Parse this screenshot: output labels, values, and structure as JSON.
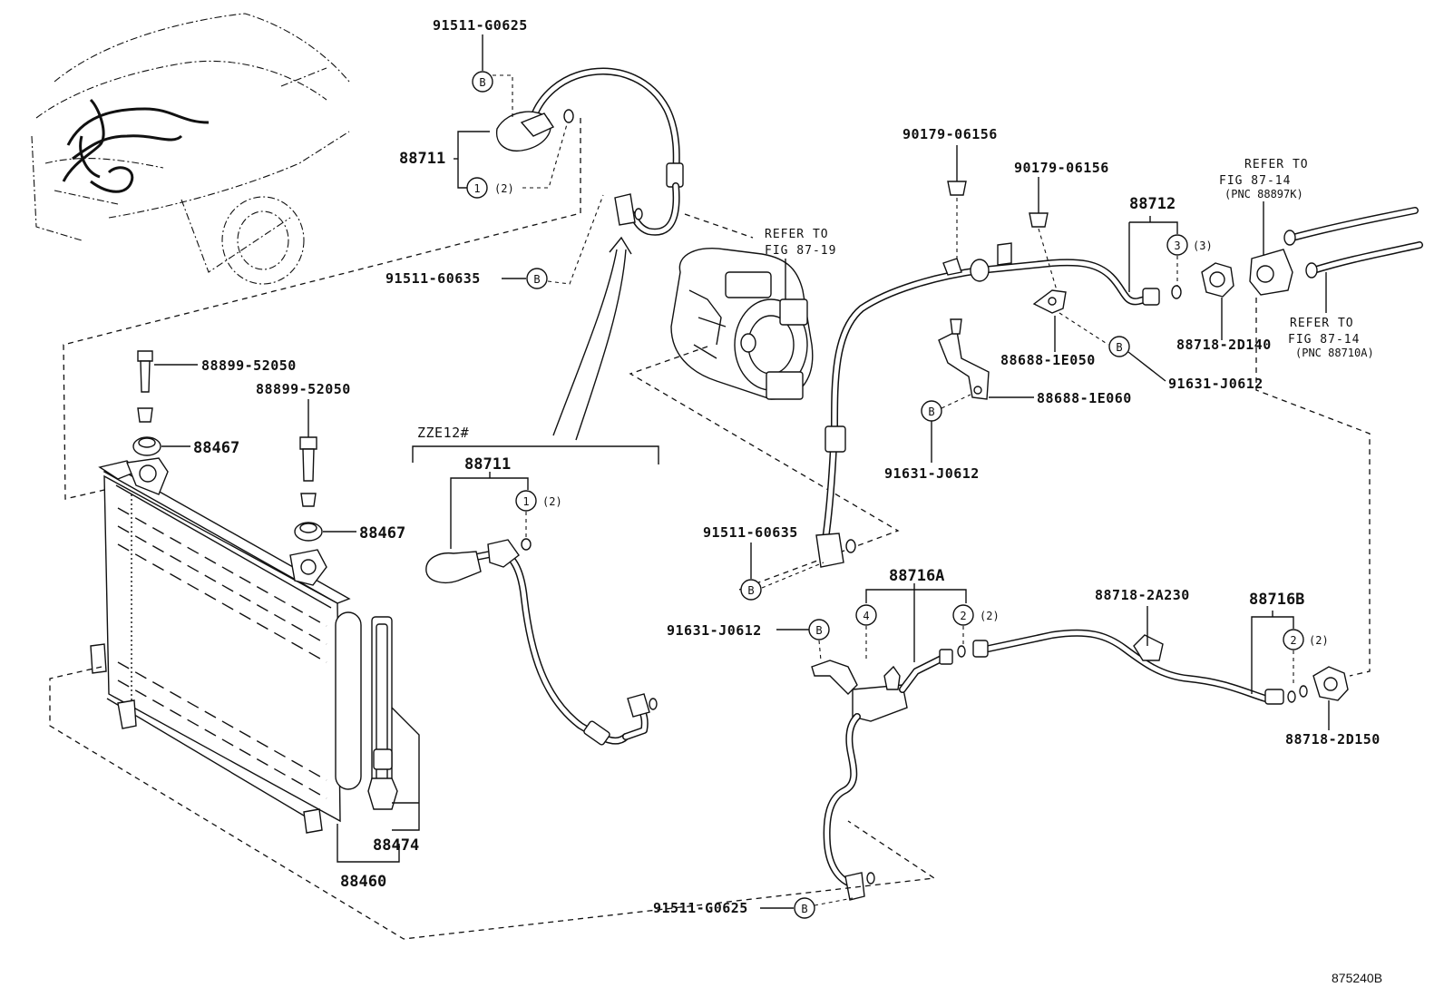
{
  "labels": {
    "p91511_g0625_top": "91511-G0625",
    "p88711_top": "88711",
    "qty_1_2_top": "(2)",
    "p91511_60635_left": "91511-60635",
    "ref_87_19_a": "REFER TO",
    "ref_87_19_b": "FIG 87-19",
    "p90179_a": "90179-06156",
    "p90179_b": "90179-06156",
    "ref_87_14_top_a": "REFER TO",
    "ref_87_14_top_b": "FIG 87-14",
    "ref_87_14_top_c": "(PNC 88897K)",
    "p88712": "88712",
    "qty_3": "(3)",
    "p88718_2d140": "88718-2D140",
    "ref_87_14_bot_a": "REFER TO",
    "ref_87_14_bot_b": "FIG 87-14",
    "ref_87_14_bot_c": "(PNC 88710A)",
    "p88688_1e050": "88688-1E050",
    "p91631_j0612_right": "91631-J0612",
    "p88688_1e060": "88688-1E060",
    "p91631_j0612_mid": "91631-J0612",
    "p88899_a": "88899-52050",
    "p88899_b": "88899-52050",
    "p88467_a": "88467",
    "p88467_b": "88467",
    "zze": "ZZE12#",
    "p88711_mid": "88711",
    "qty_1_2_mid": "(2)",
    "p91511_60635_mid": "91511-60635",
    "p88716a": "88716A",
    "qty_2_a": "(2)",
    "p91631_j0612_left": "91631-J0612",
    "p88718_2a230": "88718-2A230",
    "p88716b": "88716B",
    "qty_2_b": "(2)",
    "p88718_2d150": "88718-2D150",
    "p88474": "88474",
    "p88460": "88460",
    "p91511_g0625_bot": "91511-G0625",
    "fig_id": "875240B"
  },
  "markers": {
    "b": "B",
    "one": "1",
    "two": "2",
    "three": "3",
    "four": "4"
  }
}
